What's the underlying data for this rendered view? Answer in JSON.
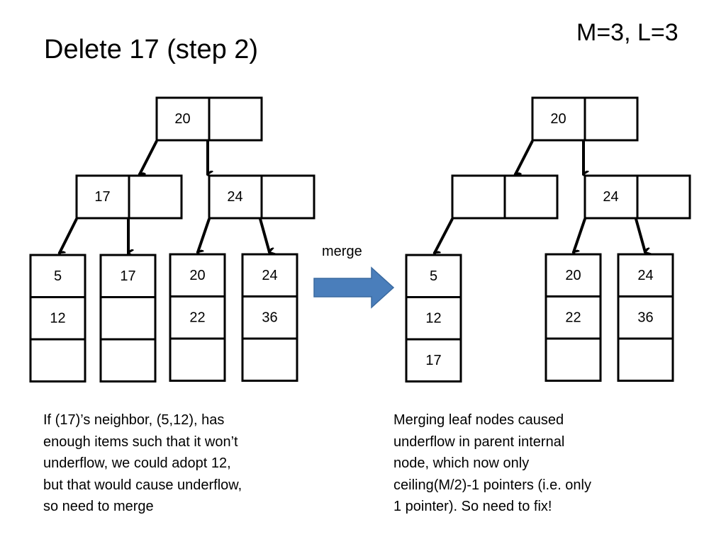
{
  "slide": {
    "title": "Delete 17 (step 2)",
    "params": "M=3, L=3",
    "merge_label": "merge",
    "arrow_color": "#4a7ebb",
    "caption_left": [
      "If (17)’s neighbor, (5,12), has",
      "enough items such that it won’t",
      "underflow, we could adopt 12,",
      "but that would cause underflow,",
      "so need to merge"
    ],
    "caption_right": [
      "Merging leaf nodes caused",
      "underflow in parent internal",
      "node, which now only",
      "ceiling(M/2)-1 pointers (i.e. only",
      "1 pointer). So need to fix!"
    ]
  },
  "trees": [
    {
      "name": "before",
      "root": [
        "20",
        ""
      ],
      "internal": [
        [
          "17",
          ""
        ],
        [
          "24",
          ""
        ]
      ],
      "leaves": [
        [
          "5",
          "12",
          ""
        ],
        [
          "17",
          "",
          ""
        ],
        [
          "20",
          "22",
          ""
        ],
        [
          "24",
          "36",
          ""
        ]
      ]
    },
    {
      "name": "after",
      "root": [
        "20",
        ""
      ],
      "internal": [
        [
          "",
          ""
        ],
        [
          "24",
          ""
        ]
      ],
      "leaves": [
        [
          "5",
          "12",
          "17"
        ],
        [
          "20",
          "22",
          ""
        ],
        [
          "24",
          "36",
          ""
        ]
      ]
    }
  ]
}
